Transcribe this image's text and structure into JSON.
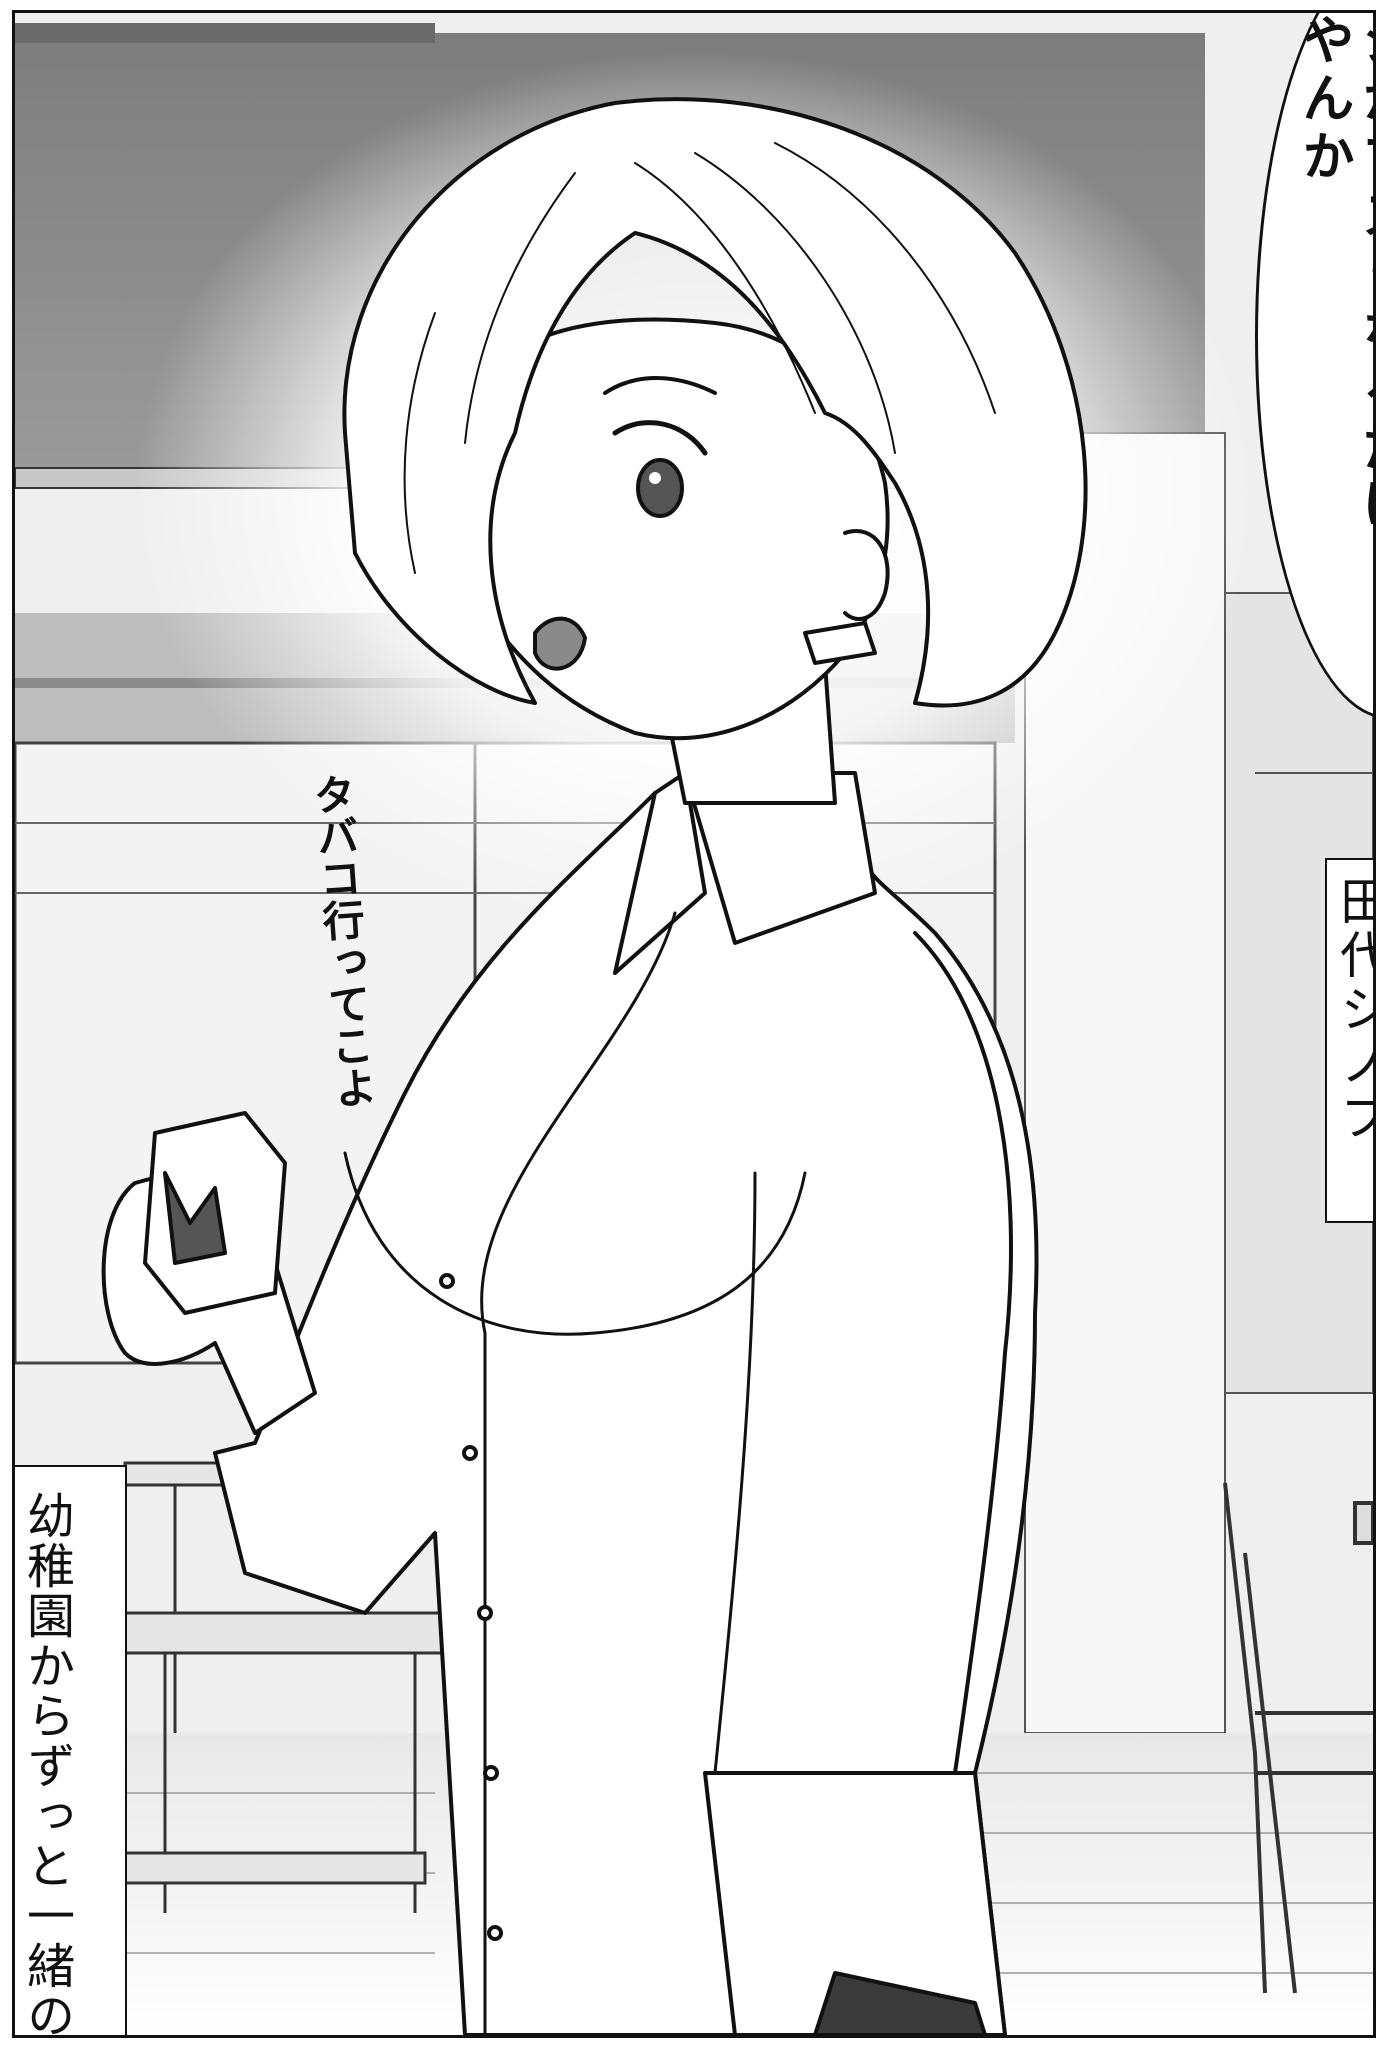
{
  "speech_bubble": {
    "lines": [
      "ジかマズくなるだけ",
      "やんか"
    ],
    "text": "ジかマズくなるだけ\nやんか"
  },
  "sound_effect": {
    "text": "タバコ行ってこよ"
  },
  "name_caption": {
    "text": "田代シノブ"
  },
  "narration": {
    "text": "幼稚園からずっと一緒の"
  },
  "colors": {
    "ink": "#111111",
    "paper": "#ffffff",
    "screentone": "#8a8a8a"
  }
}
